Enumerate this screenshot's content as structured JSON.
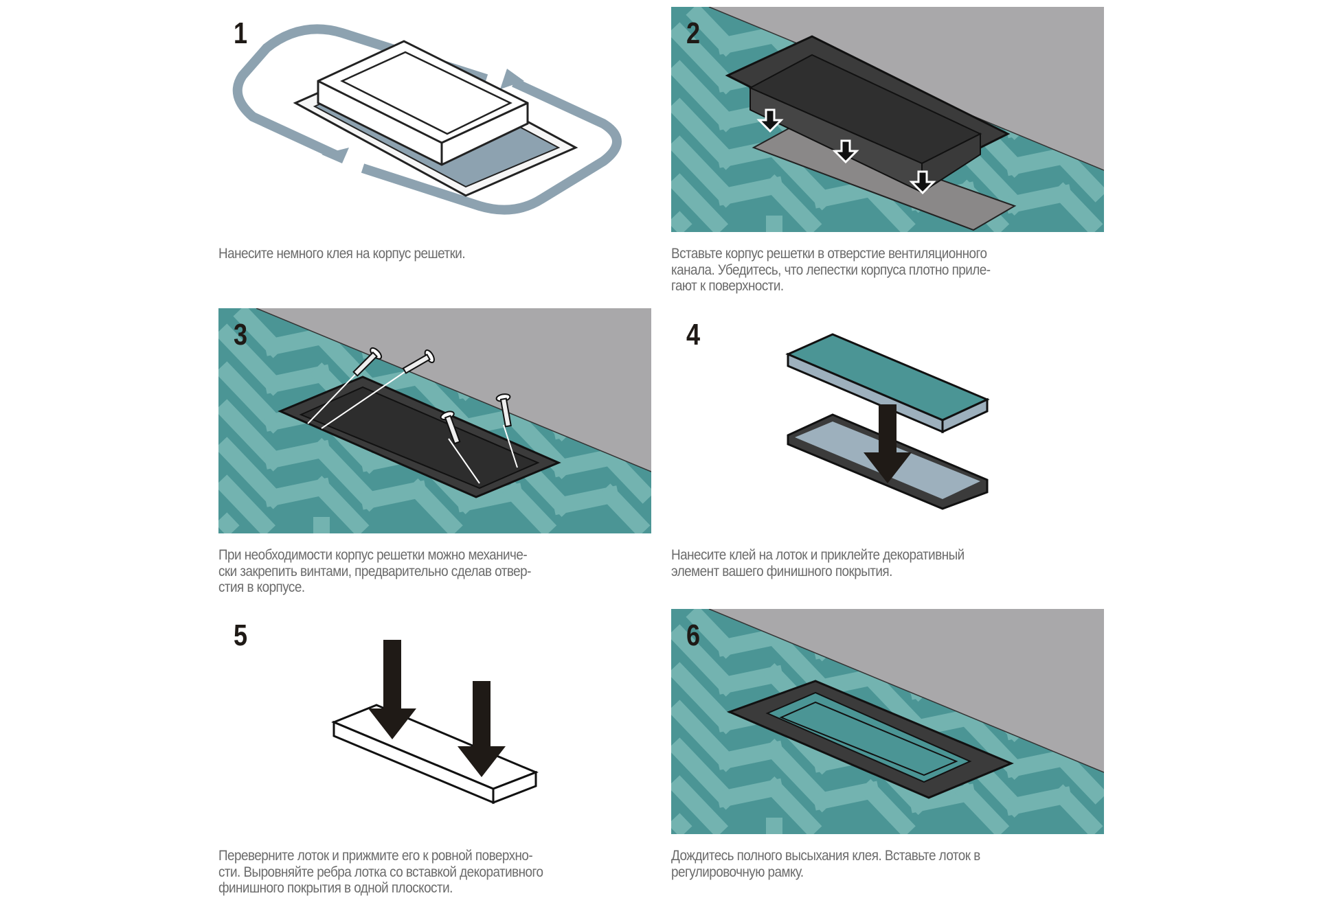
{
  "colors": {
    "teal": "#4b9595",
    "teal_light": "#73b3b0",
    "wall": "#a9a8aa",
    "dark": "#3a3a3a",
    "loop": "#8da2b0",
    "caption": "#6b6b6b"
  },
  "steps": [
    {
      "number": "1",
      "lines": [
        "Нанесите немного клея на корпус решетки."
      ]
    },
    {
      "number": "2",
      "lines": [
        "Вставьте корпус решетки в отверстие вентиляционного",
        "канала. Убедитесь, что лепестки корпуса плотно приле-",
        "гают к поверхности."
      ]
    },
    {
      "number": "3",
      "lines": [
        "При необходимости корпус решетки можно механиче-",
        "ски закрепить винтами, предварительно сделав отвер-",
        "стия в корпусе."
      ]
    },
    {
      "number": "4",
      "lines": [
        "Нанесите клей на лоток и приклейте декоративный",
        "элемент вашего финишного покрытия."
      ]
    },
    {
      "number": "5",
      "lines": [
        "Переверните лоток и прижмите его к ровной поверхно-",
        "сти.  Выровняйте ребра лотка со вставкой декоративного",
        "финишного покрытия в одной плоскости."
      ]
    },
    {
      "number": "6",
      "lines": [
        "Дождитесь полного высыхания клея. Вставьте лоток в",
        "регулировочную рамку."
      ]
    }
  ]
}
